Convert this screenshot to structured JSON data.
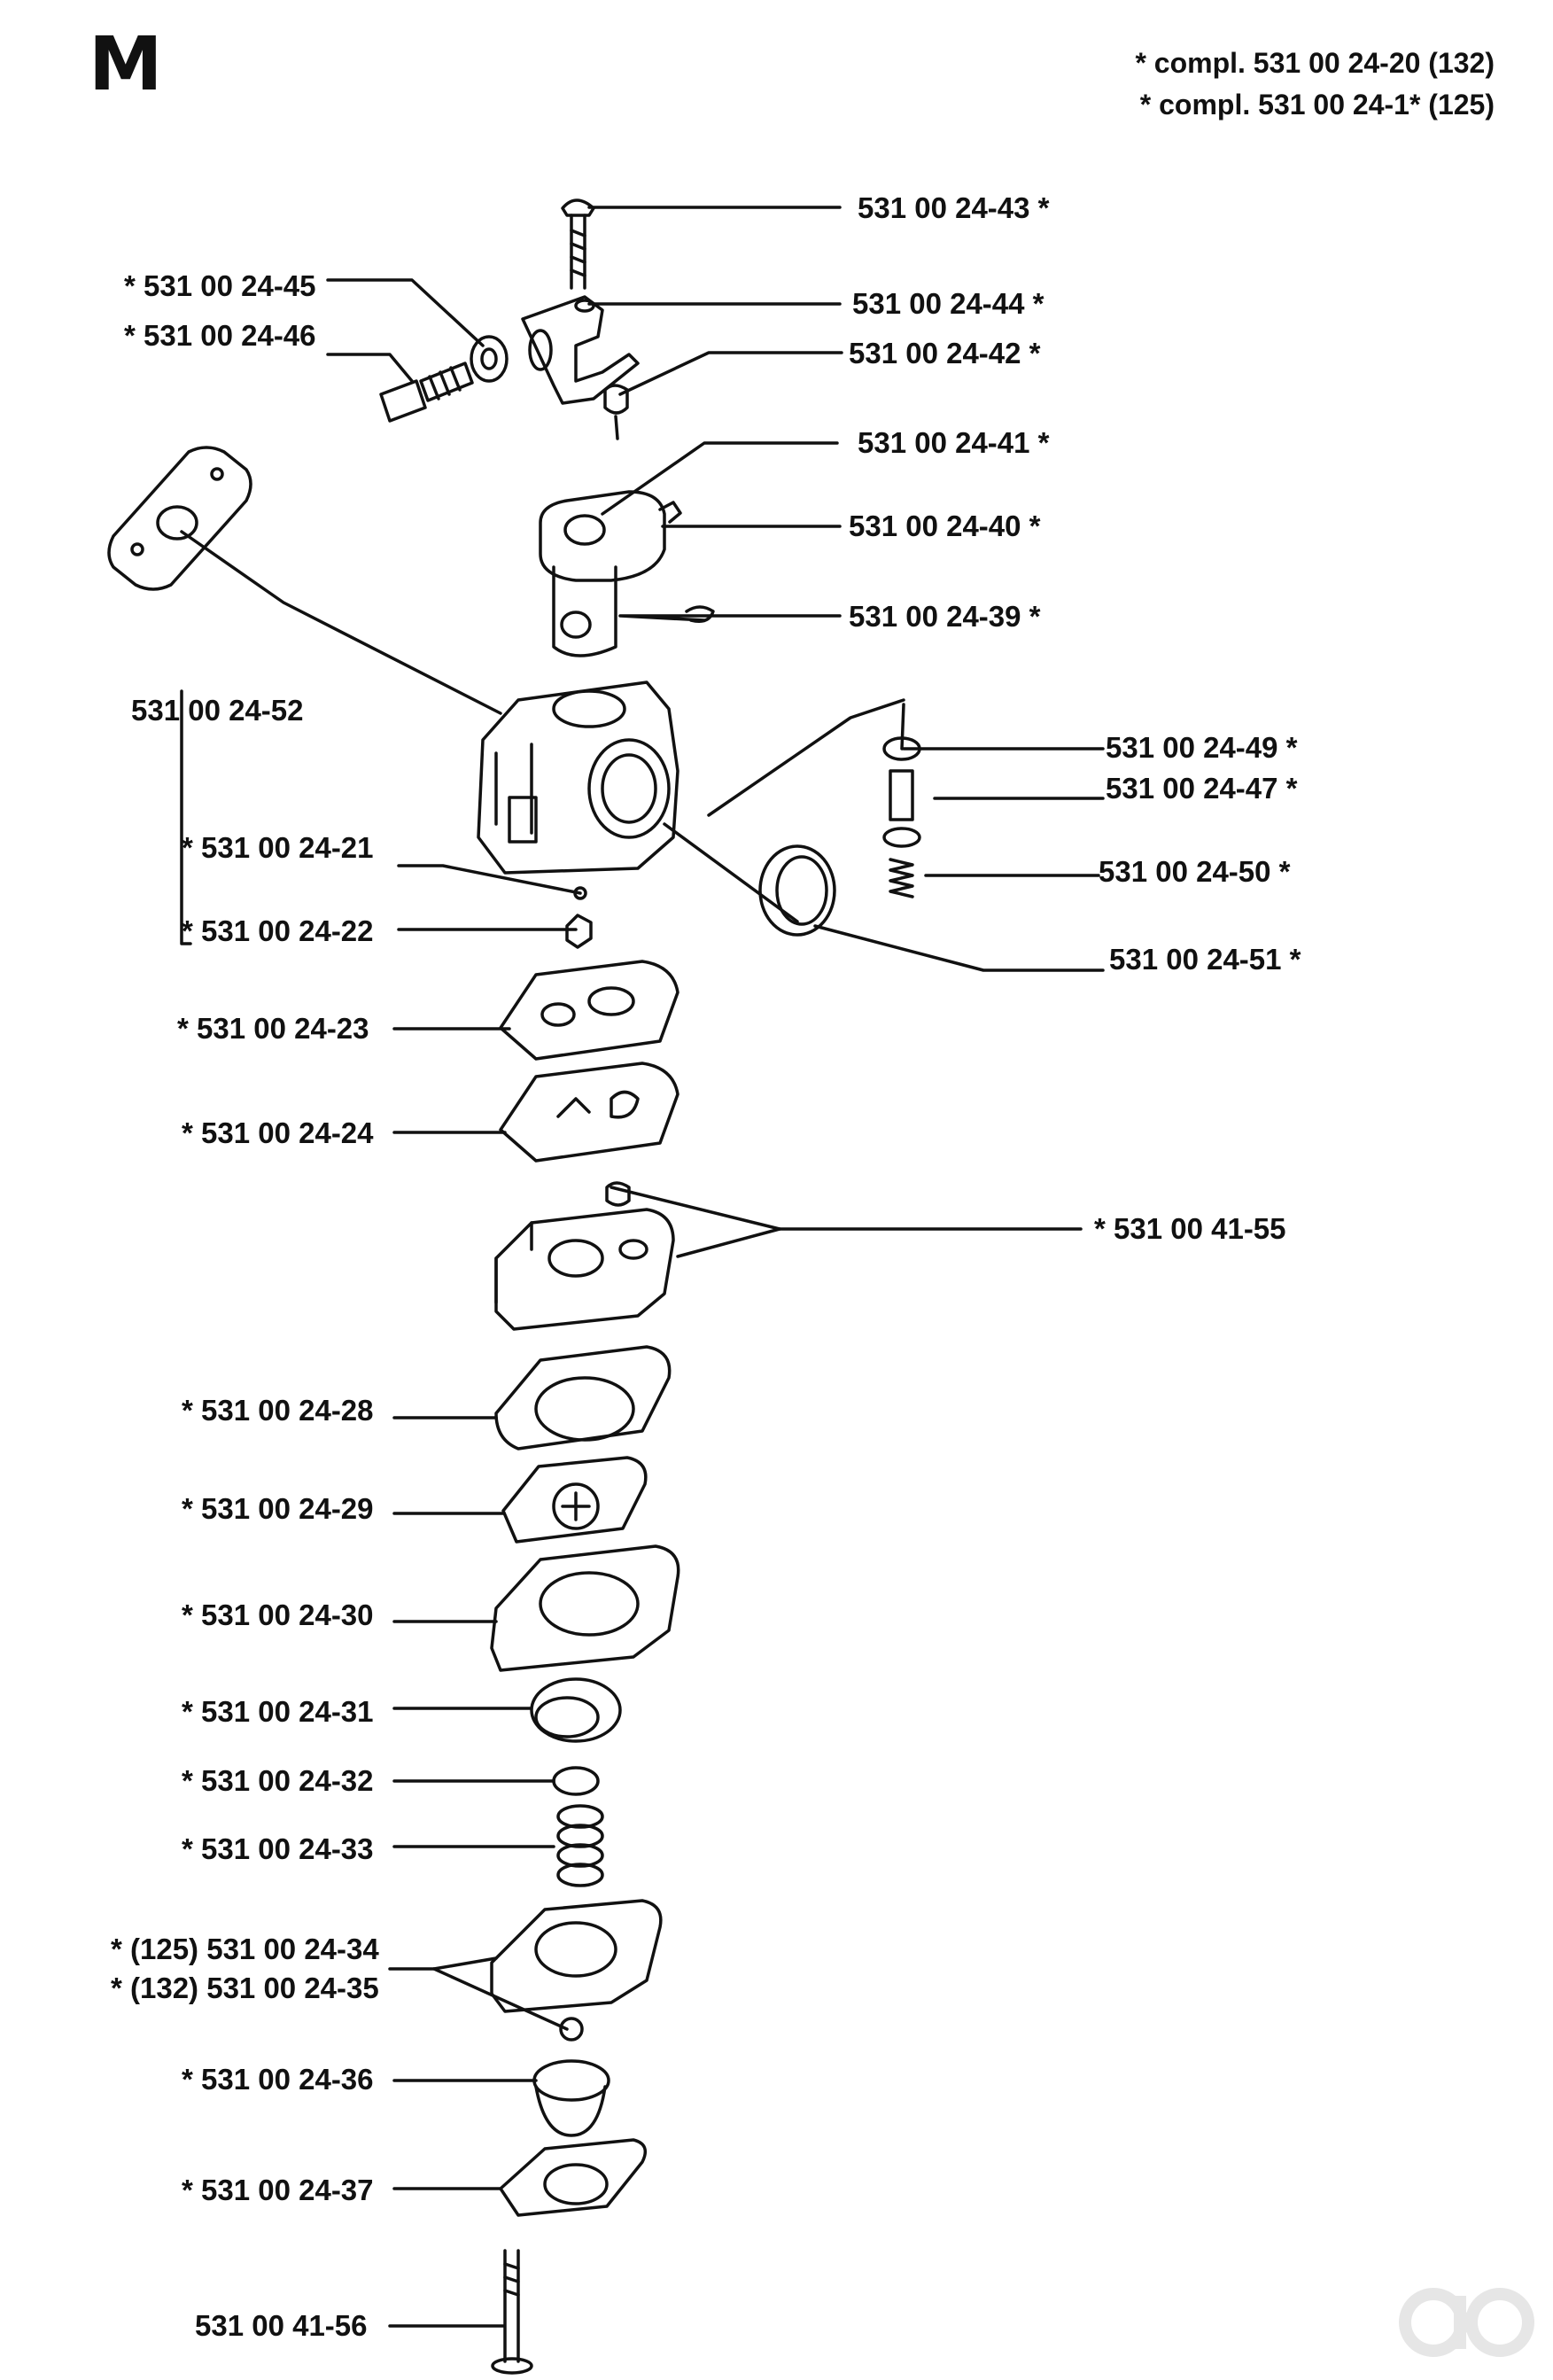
{
  "section_letter": "M",
  "kit_notes": [
    "* compl. 531 00 24-20 (132)",
    "* compl. 531 00 24-1* (125)"
  ],
  "callouts": [
    {
      "id": "p43",
      "text": "531 00 24-43 *"
    },
    {
      "id": "p44",
      "text": "531 00 24-44 *"
    },
    {
      "id": "p42",
      "text": "531 00 24-42 *"
    },
    {
      "id": "p41",
      "text": "531 00 24-41 *"
    },
    {
      "id": "p40",
      "text": "531 00 24-40 *"
    },
    {
      "id": "p39",
      "text": "531 00 24-39 *"
    },
    {
      "id": "p45",
      "text": "* 531 00 24-45"
    },
    {
      "id": "p46",
      "text": "* 531 00 24-46"
    },
    {
      "id": "p52",
      "text": "531 00 24-52"
    },
    {
      "id": "p49",
      "text": "531 00 24-49 *"
    },
    {
      "id": "p47",
      "text": "531 00 24-47 *"
    },
    {
      "id": "p50",
      "text": "531 00 24-50 *"
    },
    {
      "id": "p51",
      "text": "531 00 24-51 *"
    },
    {
      "id": "p21",
      "text": "* 531 00 24-21"
    },
    {
      "id": "p22",
      "text": "* 531 00 24-22"
    },
    {
      "id": "p23",
      "text": "* 531 00 24-23"
    },
    {
      "id": "p24",
      "text": "* 531 00 24-24"
    },
    {
      "id": "p4155",
      "text": "* 531 00 41-55"
    },
    {
      "id": "p28",
      "text": "* 531 00 24-28"
    },
    {
      "id": "p29",
      "text": "* 531 00 24-29"
    },
    {
      "id": "p30",
      "text": "* 531 00 24-30"
    },
    {
      "id": "p31",
      "text": "* 531 00 24-31"
    },
    {
      "id": "p32",
      "text": "* 531 00 24-32"
    },
    {
      "id": "p33",
      "text": "* 531 00 24-33"
    },
    {
      "id": "p34",
      "text": "* (125) 531 00 24-34"
    },
    {
      "id": "p35",
      "text": "* (132) 531 00 24-35"
    },
    {
      "id": "p36",
      "text": "* 531 00 24-36"
    },
    {
      "id": "p37",
      "text": "* 531 00 24-37"
    },
    {
      "id": "p4156",
      "text": "531 00 41-56"
    }
  ],
  "icons": {
    "watermark": "watermark-logo-icon"
  }
}
